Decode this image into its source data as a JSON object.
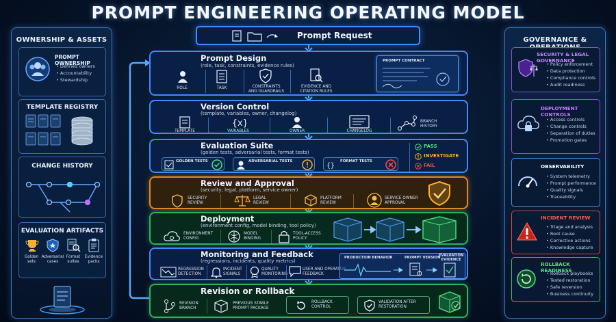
{
  "title": "PROMPT ENGINEERING OPERATING MODEL",
  "left_panel": {
    "heading": "OWNERSHIP & ASSETS",
    "prompt_ownership": {
      "title": "PROMPT OWNERSHIP",
      "items": [
        "Defined owners",
        "Accountability",
        "Stewardship"
      ]
    },
    "template_registry": {
      "title": "TEMPLATE REGISTRY"
    },
    "change_history": {
      "title": "CHANGE HISTORY"
    },
    "evaluation_artifacts": {
      "title": "EVALUATION ARTIFACTS",
      "items": [
        {
          "line1": "Golden",
          "line2": "sets"
        },
        {
          "line1": "Adversarial",
          "line2": "cases"
        },
        {
          "line1": "Format",
          "line2": "suites"
        },
        {
          "line1": "Evidence",
          "line2": "packs"
        }
      ]
    }
  },
  "right_panel": {
    "heading": "GOVERNANCE & OPERATIONS",
    "cards": [
      {
        "title": "SECURITY & LEGAL GOVERNANCE",
        "color": "#b36bff",
        "items": [
          "Policy enforcement",
          "Data protection",
          "Compliance controls",
          "Audit readiness"
        ]
      },
      {
        "title": "DEPLOYMENT CONTROLS",
        "color": "#c57cff",
        "items": [
          "Access controls",
          "Change controls",
          "Separation of duties",
          "Promotion gates"
        ]
      },
      {
        "title": "OBSERVABILITY",
        "color": "#ffffff",
        "items": [
          "System telemetry",
          "Prompt performance",
          "Quality signals",
          "Traceability"
        ]
      },
      {
        "title": "INCIDENT REVIEW",
        "color": "#ff5a4a",
        "items": [
          "Triage and analysis",
          "Root cause",
          "Corrective actions",
          "Knowledge capture"
        ]
      },
      {
        "title": "ROLLBACK READINESS",
        "color": "#5ee08a",
        "items": [
          "Rollback playbooks",
          "Tested restoration",
          "Safe reversion",
          "Business continuity"
        ]
      }
    ]
  },
  "request": {
    "label": "Prompt Request"
  },
  "stages": {
    "design": {
      "title": "Prompt Design",
      "subtitle": "(role, task, constraints, evidence rules)",
      "items": [
        {
          "line1": "ROLE",
          "line2": ""
        },
        {
          "line1": "TASK",
          "line2": ""
        },
        {
          "line1": "CONSTRAINTS",
          "line2": "AND GUARDRAILS"
        },
        {
          "line1": "EVIDENCE AND",
          "line2": "CITATION RULES"
        }
      ],
      "contract_label": "PROMPT CONTRACT"
    },
    "version": {
      "title": "Version Control",
      "subtitle": "(template, variables, owner, changelog)",
      "items": [
        {
          "line1": "TEMPLATE",
          "line2": ""
        },
        {
          "line1": "VARIABLES",
          "line2": ""
        },
        {
          "line1": "OWNER",
          "line2": ""
        },
        {
          "line1": "CHANGELOG",
          "line2": ""
        },
        {
          "line1": "BRANCH",
          "line2": "HISTORY"
        }
      ]
    },
    "evaluation": {
      "title": "Evaluation Suite",
      "subtitle": "(golden tests, adversarial tests, format tests)",
      "tests": [
        "GOLDEN TESTS",
        "ADVERSARIAL TESTS",
        "FORMAT TESTS"
      ],
      "statuses": [
        {
          "label": "PASS",
          "color": "#4fe07a"
        },
        {
          "label": "INVESTIGATE",
          "color": "#ffb02e"
        },
        {
          "label": "FAIL",
          "color": "#ff4a3d"
        }
      ]
    },
    "review": {
      "title": "Review and Approval",
      "subtitle": "(security, legal, platform, service owner)",
      "items": [
        {
          "line1": "SECURITY",
          "line2": "REVIEW"
        },
        {
          "line1": "LEGAL",
          "line2": "REVIEW"
        },
        {
          "line1": "PLATFORM",
          "line2": "REVIEW"
        },
        {
          "line1": "SERVICE OWNER",
          "line2": "APPROVAL"
        }
      ]
    },
    "deployment": {
      "title": "Deployment",
      "subtitle": "(environment config, model binding, tool policy)",
      "items": [
        {
          "line1": "ENVIRONMENT",
          "line2": "CONFIG"
        },
        {
          "line1": "MODEL",
          "line2": "BINDING"
        },
        {
          "line1": "TOOL-ACCESS",
          "line2": "POLICY"
        }
      ]
    },
    "monitoring": {
      "title": "Monitoring and Feedback",
      "subtitle": "(regressions, incidents, quality metrics)",
      "items": [
        {
          "line1": "REGRESSION",
          "line2": "DETECTION"
        },
        {
          "line1": "INCIDENT",
          "line2": "SIGNALS"
        },
        {
          "line1": "QUALITY",
          "line2": "MONITORING"
        },
        {
          "line1": "USER AND OPERATOR",
          "line2": "FEEDBACK"
        }
      ],
      "panel": [
        {
          "line1": "PRODUCTION BEHAVIOR",
          "line2": ""
        },
        {
          "line1": "PROMPT VERSION",
          "line2": ""
        },
        {
          "line1": "EVALUATION",
          "line2": "EVIDENCE"
        }
      ]
    },
    "rollback": {
      "title": "Revision or Rollback",
      "items": [
        {
          "line1": "REVISION",
          "line2": "BRANCH"
        },
        {
          "line1": "PREVIOUS STABLE",
          "line2": "PROMPT PACKAGE"
        },
        {
          "line1": "ROLLBACK",
          "line2": "CONTROL"
        },
        {
          "line1": "VALIDATION AFTER",
          "line2": "RESTORATION"
        }
      ]
    }
  }
}
